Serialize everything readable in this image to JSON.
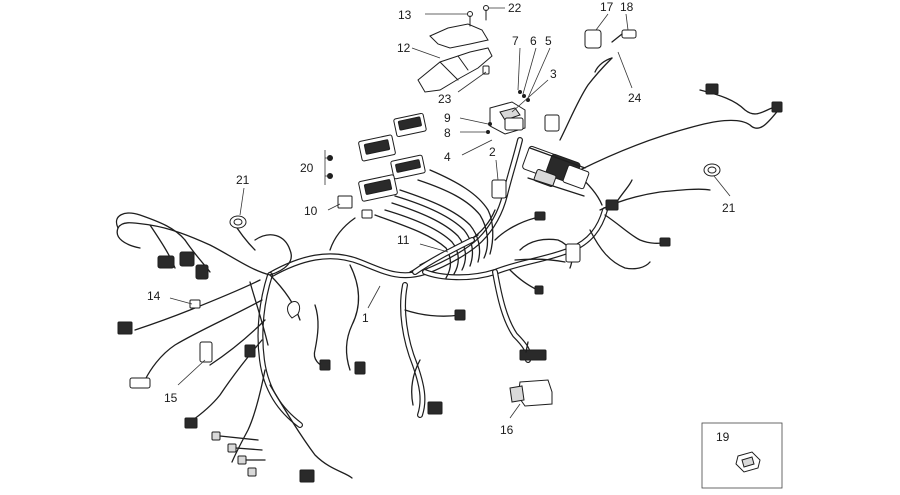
{
  "callouts": [
    {
      "id": "c1",
      "label": "1"
    },
    {
      "id": "c2",
      "label": "2"
    },
    {
      "id": "c3",
      "label": "3"
    },
    {
      "id": "c4",
      "label": "4"
    },
    {
      "id": "c5",
      "label": "5"
    },
    {
      "id": "c6",
      "label": "6"
    },
    {
      "id": "c7",
      "label": "7"
    },
    {
      "id": "c8",
      "label": "8"
    },
    {
      "id": "c9",
      "label": "9"
    },
    {
      "id": "c10",
      "label": "10"
    },
    {
      "id": "c11",
      "label": "11"
    },
    {
      "id": "c12",
      "label": "12"
    },
    {
      "id": "c13",
      "label": "13"
    },
    {
      "id": "c14",
      "label": "14"
    },
    {
      "id": "c15",
      "label": "15"
    },
    {
      "id": "c16",
      "label": "16"
    },
    {
      "id": "c17",
      "label": "17"
    },
    {
      "id": "c18",
      "label": "18"
    },
    {
      "id": "c19",
      "label": "19"
    },
    {
      "id": "c20",
      "label": "20"
    },
    {
      "id": "c21a",
      "label": "21"
    },
    {
      "id": "c21b",
      "label": "21"
    },
    {
      "id": "c22",
      "label": "22"
    },
    {
      "id": "c23",
      "label": "23"
    },
    {
      "id": "c24",
      "label": "24"
    }
  ]
}
